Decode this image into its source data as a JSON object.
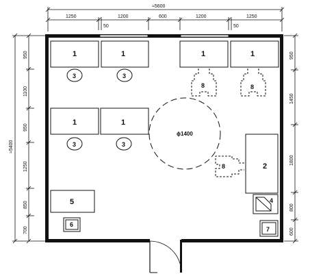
{
  "dimensions": {
    "overall_width": "≈5600",
    "overall_depth": "≈5400",
    "top": [
      "1250",
      "1200",
      "600",
      "1200",
      "1250"
    ],
    "top_gap_left": "50",
    "top_gap_right": "50",
    "left": [
      "950",
      "1100",
      "950",
      "1250",
      "850",
      "700"
    ],
    "right": [
      "950",
      "1450",
      "1800",
      "800",
      "600"
    ],
    "circle": "ϕ1400"
  },
  "labels": {
    "item_1": "1",
    "item_2": "2",
    "item_3": "3",
    "item_4": "4",
    "item_5": "5",
    "item_6": "6",
    "item_7": "7",
    "item_8": "8"
  }
}
